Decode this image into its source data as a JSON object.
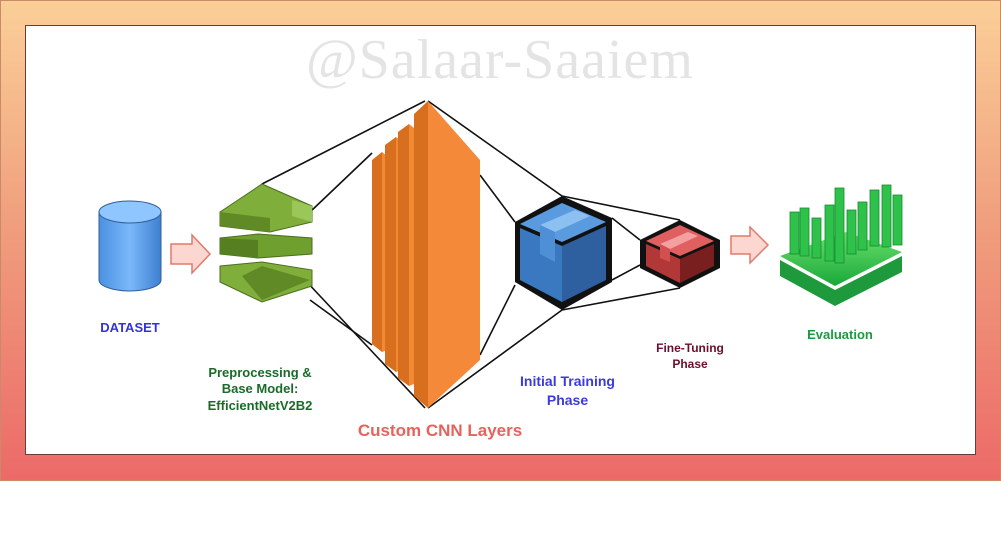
{
  "watermark": "@Salaar-Saaiem",
  "labels": {
    "dataset": "DATASET",
    "preprocessing_line1": "Preprocessing &",
    "preprocessing_line2": "Base Model:",
    "preprocessing_line3": "EfficientNetV2B2",
    "custom_cnn": "Custom CNN Layers",
    "initial_training_line1": "Initial Training",
    "initial_training_line2": "Phase",
    "fine_tuning_line1": "Fine-Tuning",
    "fine_tuning_line2": "Phase",
    "evaluation": "Evaluation"
  },
  "colors": {
    "dataset_label": "#3333dd",
    "preprocessing_label": "#1a6b2a",
    "custom_cnn_label": "#e8625c",
    "initial_training_label": "#3a3ae0",
    "fine_tuning_label": "#6b0f2a",
    "evaluation_label": "#1e9a3c",
    "cylinder": "#5fa8f5",
    "layers": "#f0852e",
    "green_blocks": "#6b9a2e",
    "blue_cube": "#3a78c0",
    "red_cube": "#d84a4a",
    "bar_chart": "#2ec24a",
    "arrow_fill": "#fcd6d0",
    "arrow_stroke": "#e07a6a"
  },
  "icons": [
    "database-icon",
    "base-model-icon",
    "cnn-layers-icon",
    "training-cube-icon",
    "finetune-cube-icon",
    "evaluation-chart-icon"
  ]
}
